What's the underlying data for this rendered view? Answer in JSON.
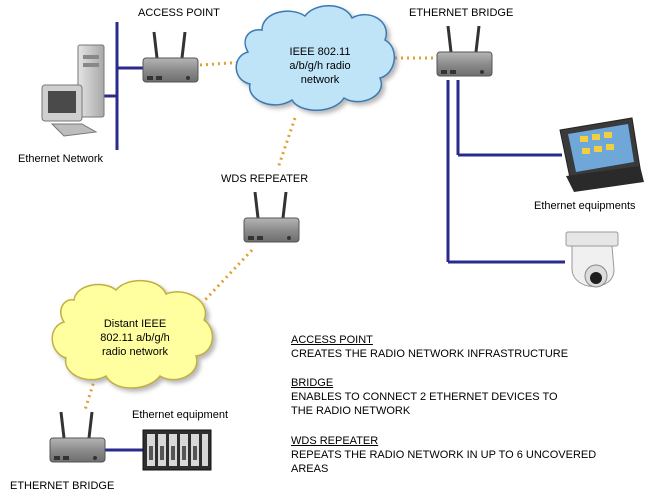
{
  "labels": {
    "access_point": "ACCESS POINT",
    "ethernet_bridge_top": "ETHERNET BRIDGE",
    "ethernet_network": "Ethernet Network",
    "wds_repeater": "WDS REPEATER",
    "ethernet_equipments": "Ethernet equipments",
    "ethernet_equipment": "Ethernet equipment",
    "ethernet_bridge_bottom": "ETHERNET BRIDGE"
  },
  "clouds": {
    "main": [
      "IEEE 802.11",
      "a/b/g/h radio",
      "network"
    ],
    "distant": [
      "Distant IEEE",
      "802.11 a/b/g/h",
      "radio network"
    ]
  },
  "legend": [
    {
      "heading": "ACCESS POINT",
      "lines": [
        "CREATES THE RADIO NETWORK INFRASTRUCTURE"
      ]
    },
    {
      "heading": "BRIDGE",
      "lines": [
        "ENABLES TO CONNECT 2 ETHERNET DEVICES TO",
        "THE RADIO NETWORK"
      ]
    },
    {
      "heading": "WDS REPEATER",
      "lines": [
        "REPEATS THE RADIO NETWORK IN UP TO 6 UNCOVERED",
        "AREAS"
      ]
    }
  ],
  "colors": {
    "wire": "#2a2a8c",
    "radio_link": "#e0a030",
    "cloud_fill": "#bfe3f7",
    "cloud_fill_distant": "#ffffa0",
    "device_body": "#8c8c8c"
  }
}
